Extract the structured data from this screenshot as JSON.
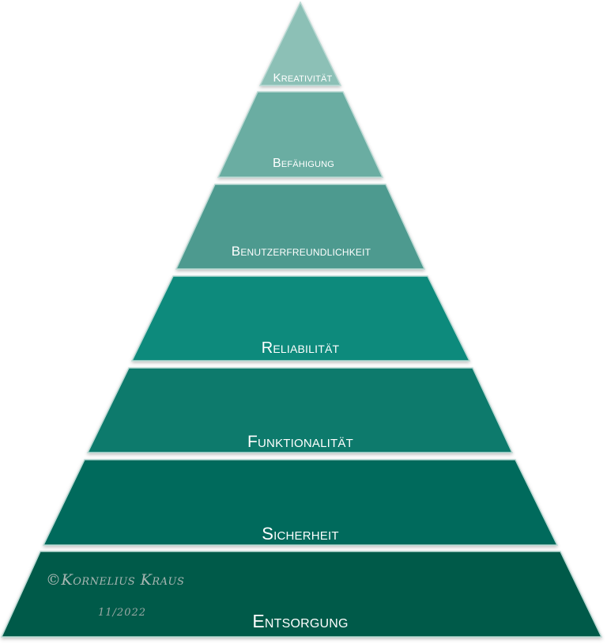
{
  "pyramid": {
    "levels": [
      {
        "label": "Kreativität",
        "color": "#8cc0b6"
      },
      {
        "label": "Befähigung",
        "color": "#6aada2"
      },
      {
        "label": "Benutzerfreundlichkeit",
        "color": "#4d9a8f"
      },
      {
        "label": "Reliabilität",
        "color": "#0e8a7c"
      },
      {
        "label": "Funktionalität",
        "color": "#087a6c"
      },
      {
        "label": "Sicherheit",
        "color": "#016a5b"
      },
      {
        "label": "Entsorgung",
        "color": "#015a48"
      }
    ],
    "separator_color": "#b9d9d3"
  },
  "watermark": {
    "copyright": "©Kornelius Kraus",
    "date": "11/2022"
  }
}
